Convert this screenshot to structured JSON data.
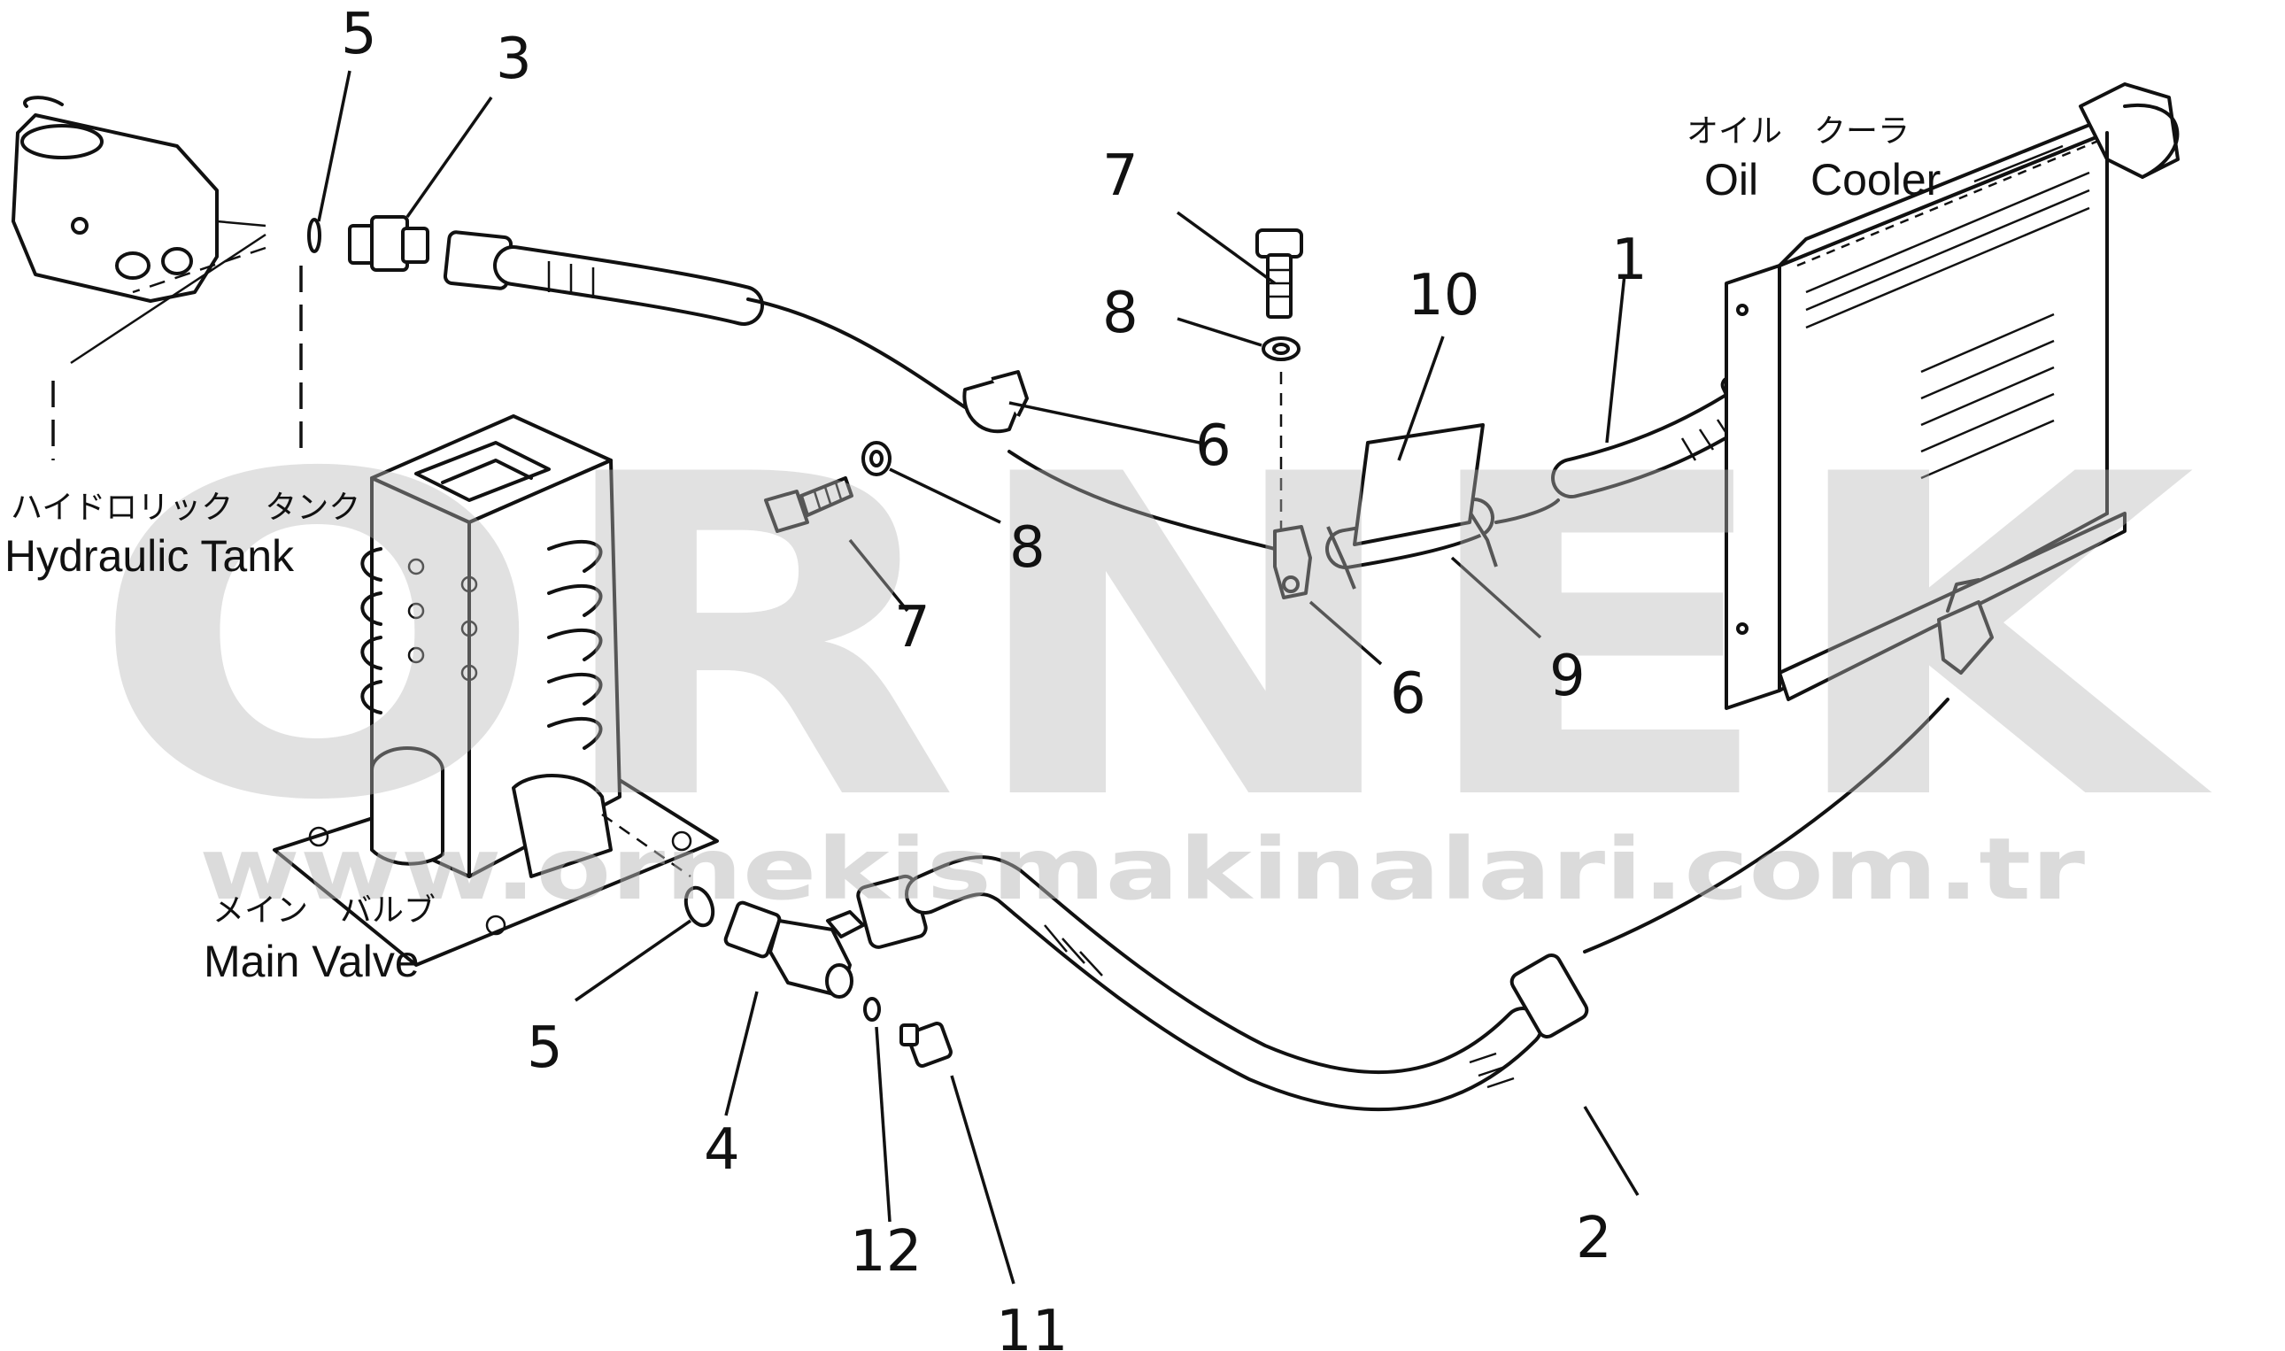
{
  "callouts": [
    {
      "id": "c1",
      "text": "1"
    },
    {
      "id": "c2",
      "text": "2"
    },
    {
      "id": "c3",
      "text": "3"
    },
    {
      "id": "c4",
      "text": "4"
    },
    {
      "id": "c5a",
      "text": "5"
    },
    {
      "id": "c5b",
      "text": "5"
    },
    {
      "id": "c6a",
      "text": "6"
    },
    {
      "id": "c6b",
      "text": "6"
    },
    {
      "id": "c7a",
      "text": "7"
    },
    {
      "id": "c7b",
      "text": "7"
    },
    {
      "id": "c8a",
      "text": "8"
    },
    {
      "id": "c8b",
      "text": "8"
    },
    {
      "id": "c9",
      "text": "9"
    },
    {
      "id": "c10",
      "text": "10"
    },
    {
      "id": "c11",
      "text": "11"
    },
    {
      "id": "c12",
      "text": "12"
    }
  ],
  "components": {
    "hydraulic_tank": {
      "jp": "ハイドロリック　タンク",
      "en": "Hydraulic Tank"
    },
    "oil_cooler": {
      "jp": "オイル　クーラ",
      "en_a": "Oil",
      "en_b": "Cooler"
    },
    "main_valve": {
      "jp": "メイン　バルブ",
      "en": "Main Valve"
    }
  },
  "watermark": {
    "brand": "ORNEK",
    "url": "www.ornekismakinalari.com.tr",
    "color": "#b8b8b8"
  }
}
